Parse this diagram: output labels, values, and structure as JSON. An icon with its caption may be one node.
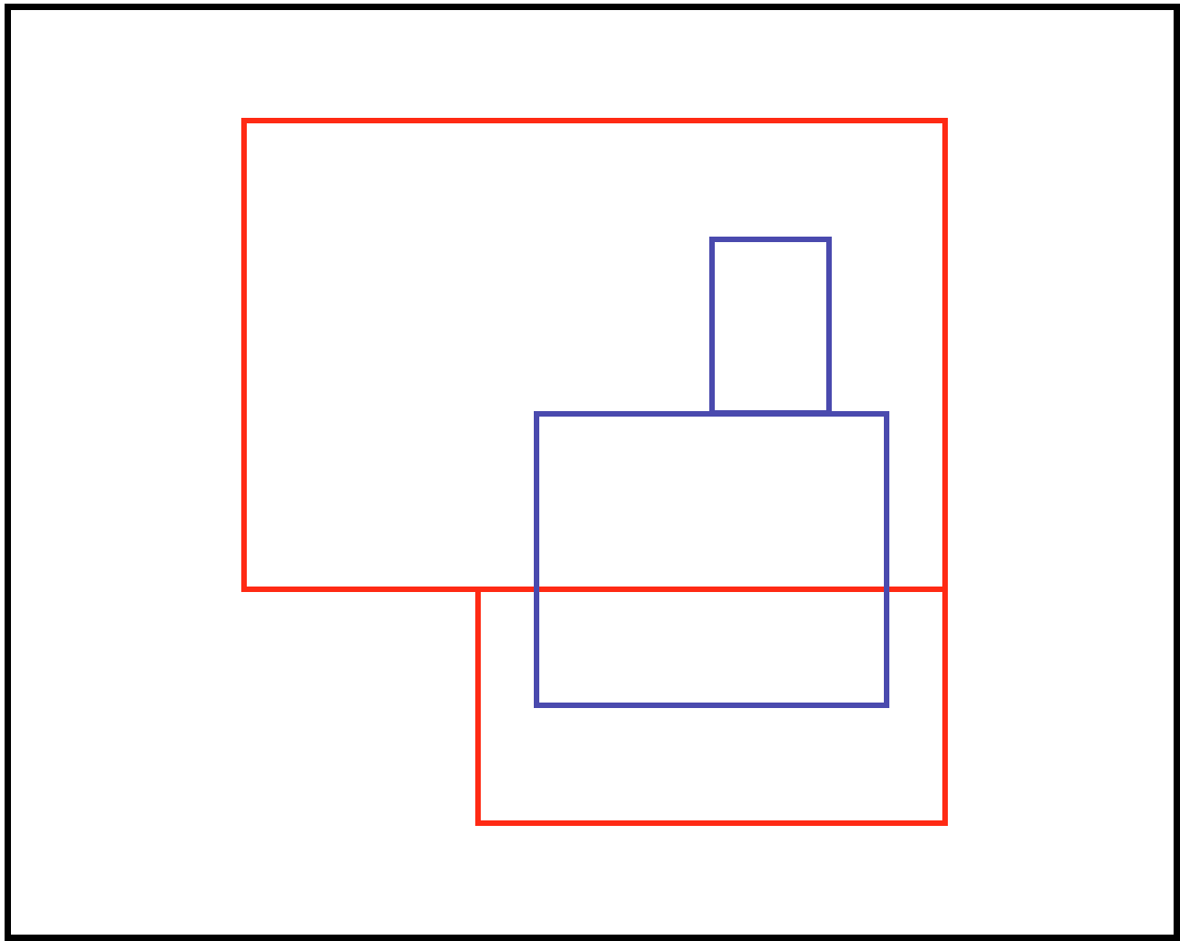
{
  "diagram": {
    "nodes": [
      {
        "text": [],
        "shape": "box"
      },
      {
        "text": [],
        "shape": "box",
        "in": 0
      },
      {
        "text": [],
        "shape": "box",
        "in": 1
      },
      {
        "text": [],
        "shape": "box",
        "in": 0
      },
      {
        "text": [],
        "shape": "box",
        "in": 0
      }
    ]
  }
}
